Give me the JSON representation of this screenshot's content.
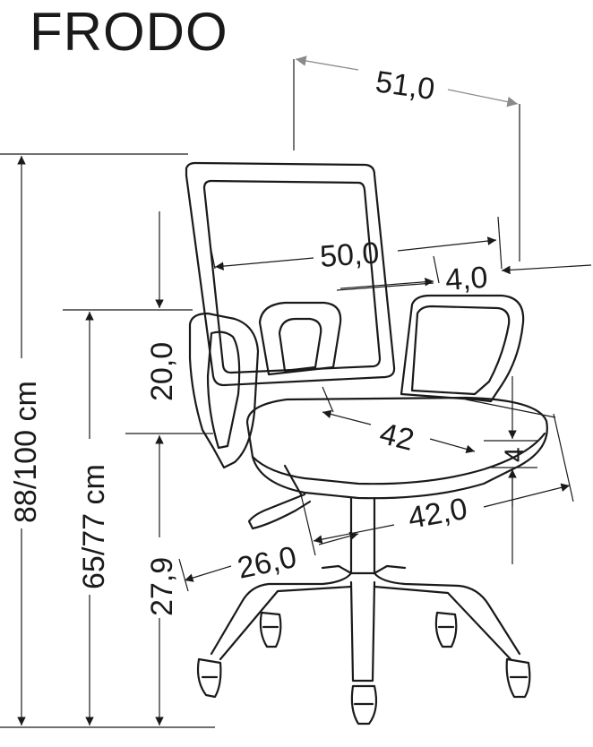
{
  "title": "FRODO",
  "dimensions": {
    "depth_overall": "51,0",
    "width_back": "50,0",
    "back_thickness": "4,0",
    "backrest_height": "20,0",
    "seat_depth": "42",
    "seat_thickness": "4",
    "seat_width": "42,0",
    "armrest_to_seat": "26,0",
    "seat_from_base": "27,9",
    "total_height": "88/100 cm",
    "seat_height": "65/77 cm"
  },
  "colors": {
    "line": "#1a1a1a",
    "arrow_gray": "#8a8a8a"
  }
}
